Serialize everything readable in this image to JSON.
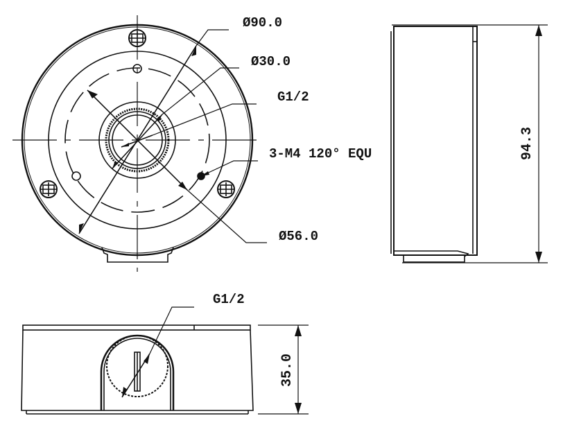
{
  "top_view": {
    "dimensions": {
      "outer_diameter": "Ø90.0",
      "inner_diameter": "Ø30.0",
      "thread": "G1/2",
      "screw_holes": "3-M4 120° EQU",
      "bolt_circle_diameter": "Ø56.0"
    }
  },
  "side_view": {
    "height_dimension": "94.3"
  },
  "front_view": {
    "thread": "G1/2",
    "height_dimension": "35.0"
  },
  "colors": {
    "line": "#111111",
    "background": "#ffffff"
  }
}
